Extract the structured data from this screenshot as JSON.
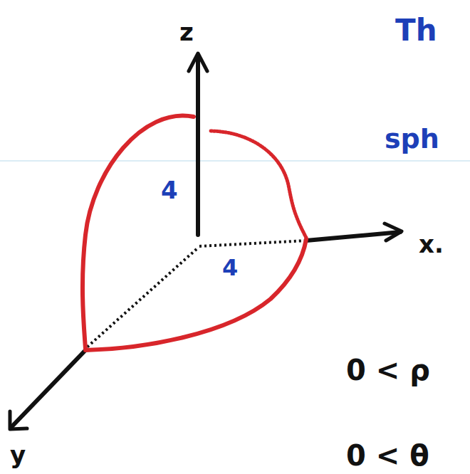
{
  "diagram": {
    "labels": [
      "z",
      "Th",
      "sph",
      "4",
      "x.",
      "4",
      "0 < ρ",
      "y",
      "0 < θ"
    ]
  }
}
